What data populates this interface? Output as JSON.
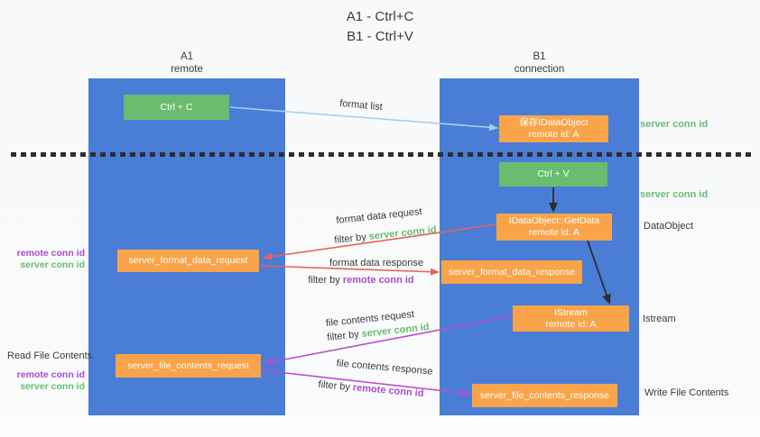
{
  "title": {
    "line1": "A1 - Ctrl+C",
    "line2": "B1 - Ctrl+V"
  },
  "columns": {
    "left": {
      "name": "A1",
      "subtitle": "remote"
    },
    "right": {
      "name": "B1",
      "subtitle": "connection"
    }
  },
  "boxes": {
    "ctrl_c": {
      "label": "Ctrl + C"
    },
    "ctrl_v": {
      "label": "Ctrl + V"
    },
    "save_idataobject": {
      "line1": "保存IDataObject",
      "line2": "remote id: A"
    },
    "getdata": {
      "line1": "IDataObject::GetData",
      "line2": "remote id: A"
    },
    "istream": {
      "line1": "IStream",
      "line2": "remote id: A"
    },
    "server_format_data_request": {
      "label": "server_format_data_request"
    },
    "server_format_data_response": {
      "label": "server_format_data_response"
    },
    "server_file_contents_request": {
      "label": "server_file_contents_request"
    },
    "server_file_contents_response": {
      "label": "server_file_contents_response"
    }
  },
  "arrow_labels": {
    "format_list": "format list",
    "format_data_request": "format data request",
    "format_data_response": "format data response",
    "file_contents_request": "file contents request",
    "file_contents_response": "file contents response",
    "filter_by": "filter by",
    "server_conn_id": "server conn id",
    "remote_conn_id": "remote conn id"
  },
  "side_labels": {
    "dataobject": "DataObject",
    "istream": "Istream",
    "read_file_contents": "Read File Contents",
    "write_file_contents": "Write File Contents",
    "server_conn_id": "server conn id",
    "remote_conn_id": "remote conn id"
  },
  "colors": {
    "column_blue": "#4a7dd6",
    "box_green": "#6abd6e",
    "box_orange": "#f9a44a",
    "arrow_light_blue": "#a3d1f0",
    "arrow_black": "#2d2d2d",
    "arrow_red": "#e8625c",
    "arrow_purple": "#b84fc8",
    "text_green": "#6abd6e",
    "text_purple": "#a94ccd"
  }
}
